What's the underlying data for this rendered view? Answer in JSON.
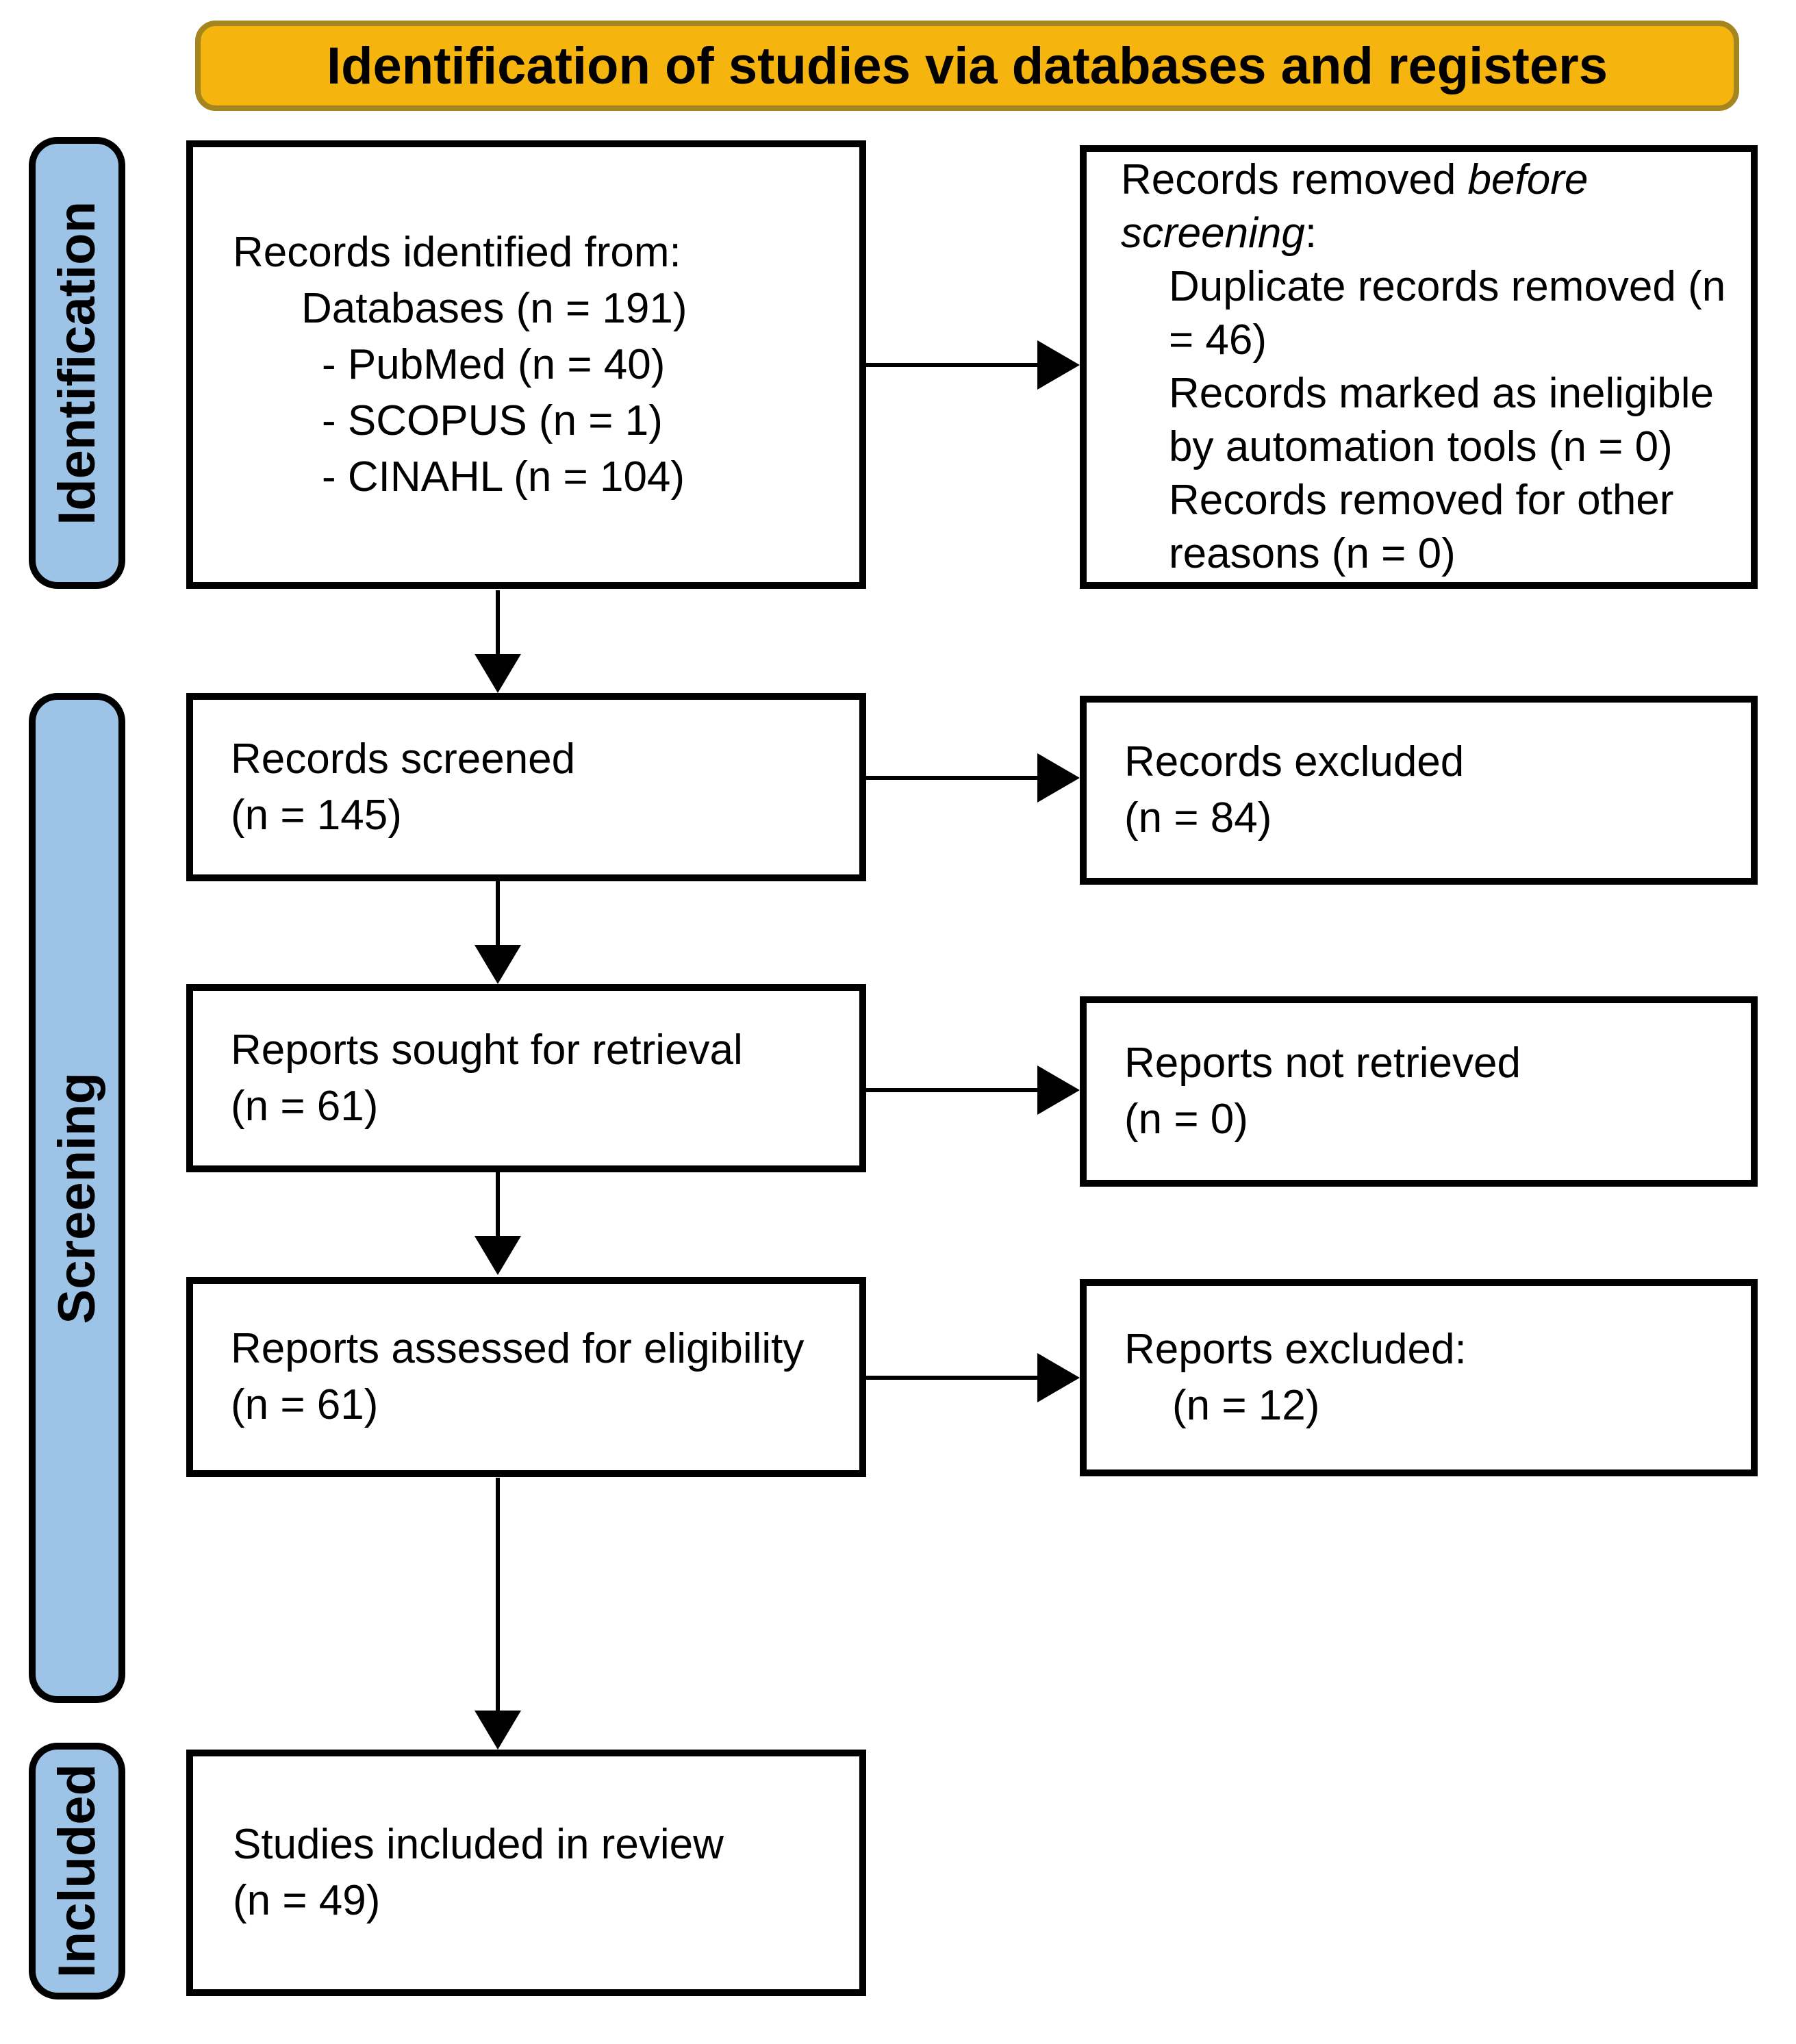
{
  "colors": {
    "banner-bg": "#F6B40E",
    "banner-border": "#A5851E",
    "stage-bg": "#9DC3E6",
    "stage-border": "#000000",
    "box-border": "#000000",
    "box-bg": "#FFFFFF",
    "arrow": "#000000",
    "text": "#000000"
  },
  "banner": {
    "title": "Identification of studies via databases and registers"
  },
  "stages": {
    "identification": "Identification",
    "screening": "Screening",
    "included": "Included"
  },
  "boxes": {
    "identified": {
      "line1": "Records identified from:",
      "line2": "Databases (n = 191)",
      "line3": "- PubMed (n = 40)",
      "line4": "- SCOPUS (n = 1)",
      "line5": "- CINAHL (n = 104)"
    },
    "removed": {
      "intro_prefix": "Records removed ",
      "intro_italic": "before screening",
      "intro_suffix": ":",
      "item1": "Duplicate records removed (n = 46)",
      "item2": "Records marked as ineligible by automation tools (n = 0)",
      "item3": "Records removed for other reasons (n = 0)"
    },
    "screened": {
      "line1": "Records screened",
      "line2": "(n = 145)"
    },
    "records_excluded": {
      "line1": "Records excluded",
      "line2": "(n = 84)"
    },
    "sought": {
      "line1": "Reports sought for retrieval",
      "line2": "(n = 61)"
    },
    "not_retrieved": {
      "line1": "Reports not retrieved",
      "line2": "(n = 0)"
    },
    "assessed": {
      "line1": "Reports assessed for eligibility",
      "line2": "(n = 61)"
    },
    "reports_excluded": {
      "line1": "Reports excluded:",
      "line2": "(n = 12)"
    },
    "included_studies": {
      "line1": "Studies included in review",
      "line2": "(n = 49)"
    }
  }
}
